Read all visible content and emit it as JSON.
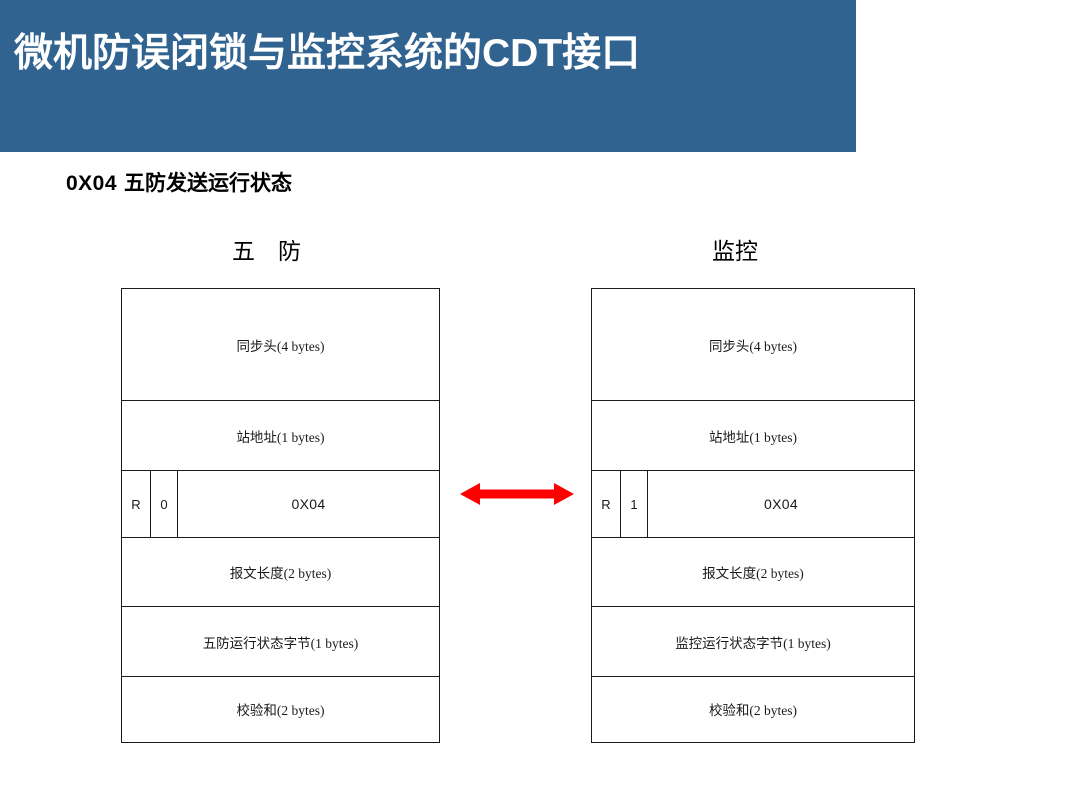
{
  "header": {
    "title": "微机防误闭锁与监控系统的CDT接口",
    "bar_color": "#30638f",
    "text_color": "#ffffff"
  },
  "subtitle": {
    "code": "0X04",
    "text": "五防发送运行状态"
  },
  "columns": {
    "left_caption": "五　防",
    "right_caption": "监控"
  },
  "arrow": {
    "name": "bidirectional-arrow",
    "color": "#fe0000",
    "direction": "both"
  },
  "left_frame": {
    "rows": [
      {
        "label": "同步头(4 bytes)"
      },
      {
        "label": "站地址(1 bytes)"
      },
      {
        "r": "R",
        "bit": "0",
        "command": "0X04"
      },
      {
        "label": "报文长度(2 bytes)"
      },
      {
        "label": "五防运行状态字节(1 bytes)"
      },
      {
        "label": "校验和(2 bytes)"
      }
    ]
  },
  "right_frame": {
    "rows": [
      {
        "label": "同步头(4 bytes)"
      },
      {
        "label": "站地址(1 bytes)"
      },
      {
        "r": "R",
        "bit": "1",
        "command": "0X04"
      },
      {
        "label": "报文长度(2 bytes)"
      },
      {
        "label": "监控运行状态字节(1 bytes)"
      },
      {
        "label": "校验和(2 bytes)"
      }
    ]
  }
}
